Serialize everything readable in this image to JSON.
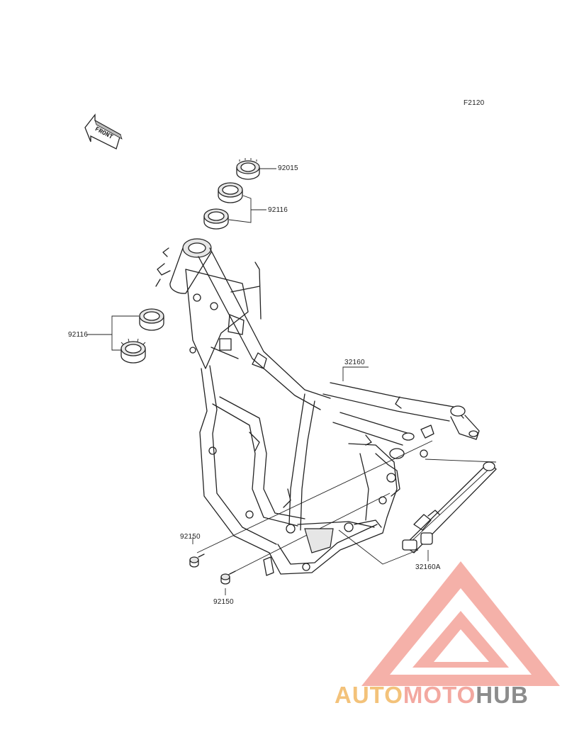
{
  "diagram_code": "F2120",
  "front_arrow_text": "FRONT",
  "parts": {
    "top_nut": "92015",
    "upper_bearing": "92116",
    "lower_bearing": "92116",
    "frame": "32160",
    "sub_frame": "32160A",
    "bolt_left": "92150",
    "bolt_right": "92150"
  },
  "watermark": {
    "part1": "AUTO",
    "part2": "MOTO",
    "part3": "HUB",
    "colors": {
      "auto": "#f3c27a",
      "moto": "#f3a8a0",
      "hub": "#8c8c8c",
      "logo": "#f4a49b"
    }
  }
}
